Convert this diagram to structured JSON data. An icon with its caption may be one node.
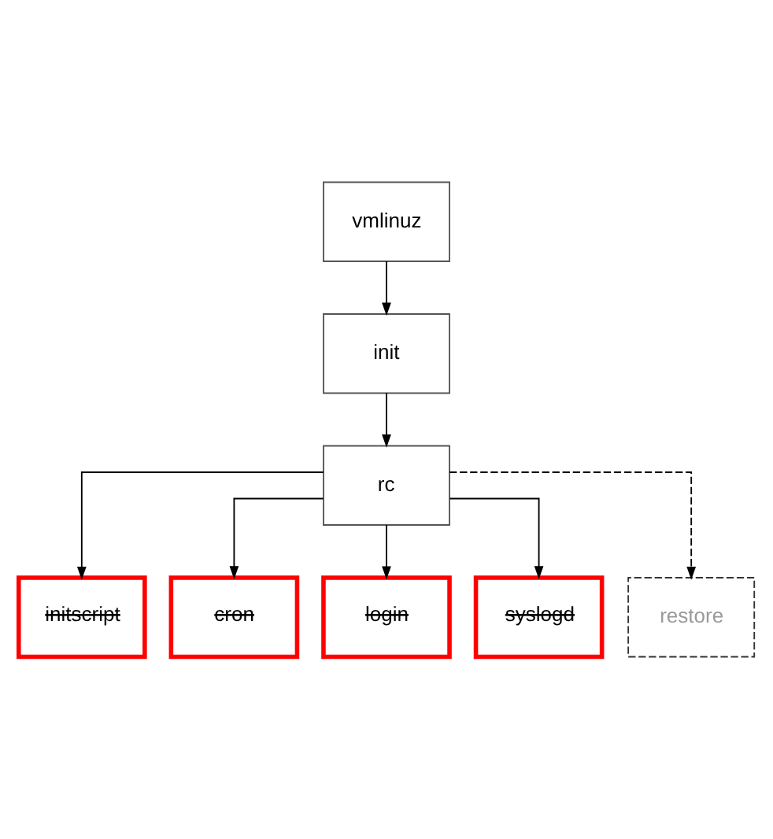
{
  "diagram": {
    "nodes": [
      {
        "text": [
          "vmlinuz"
        ]
      },
      {
        "text": [
          "init"
        ]
      },
      {
        "text": [
          "rc"
        ]
      },
      {
        "text": [
          "initscript"
        ]
      },
      {
        "text": [
          "cron"
        ]
      },
      {
        "text": [
          "login"
        ]
      },
      {
        "text": [
          "syslogd"
        ]
      },
      {
        "text": [
          "restore"
        ]
      }
    ],
    "edges": [
      {
        "from": 0,
        "to": 1,
        "arrow": "to"
      },
      {
        "from": 1,
        "to": 2,
        "arrow": "to"
      },
      {
        "from": 2,
        "to": 3,
        "arrow": "to"
      },
      {
        "from": 2,
        "to": 4,
        "arrow": "to"
      },
      {
        "from": 2,
        "to": 5,
        "arrow": "to"
      },
      {
        "from": 2,
        "to": 6,
        "arrow": "to"
      },
      {
        "from": 2,
        "to": 7,
        "arrow": "to",
        "style": "dashed"
      }
    ]
  }
}
